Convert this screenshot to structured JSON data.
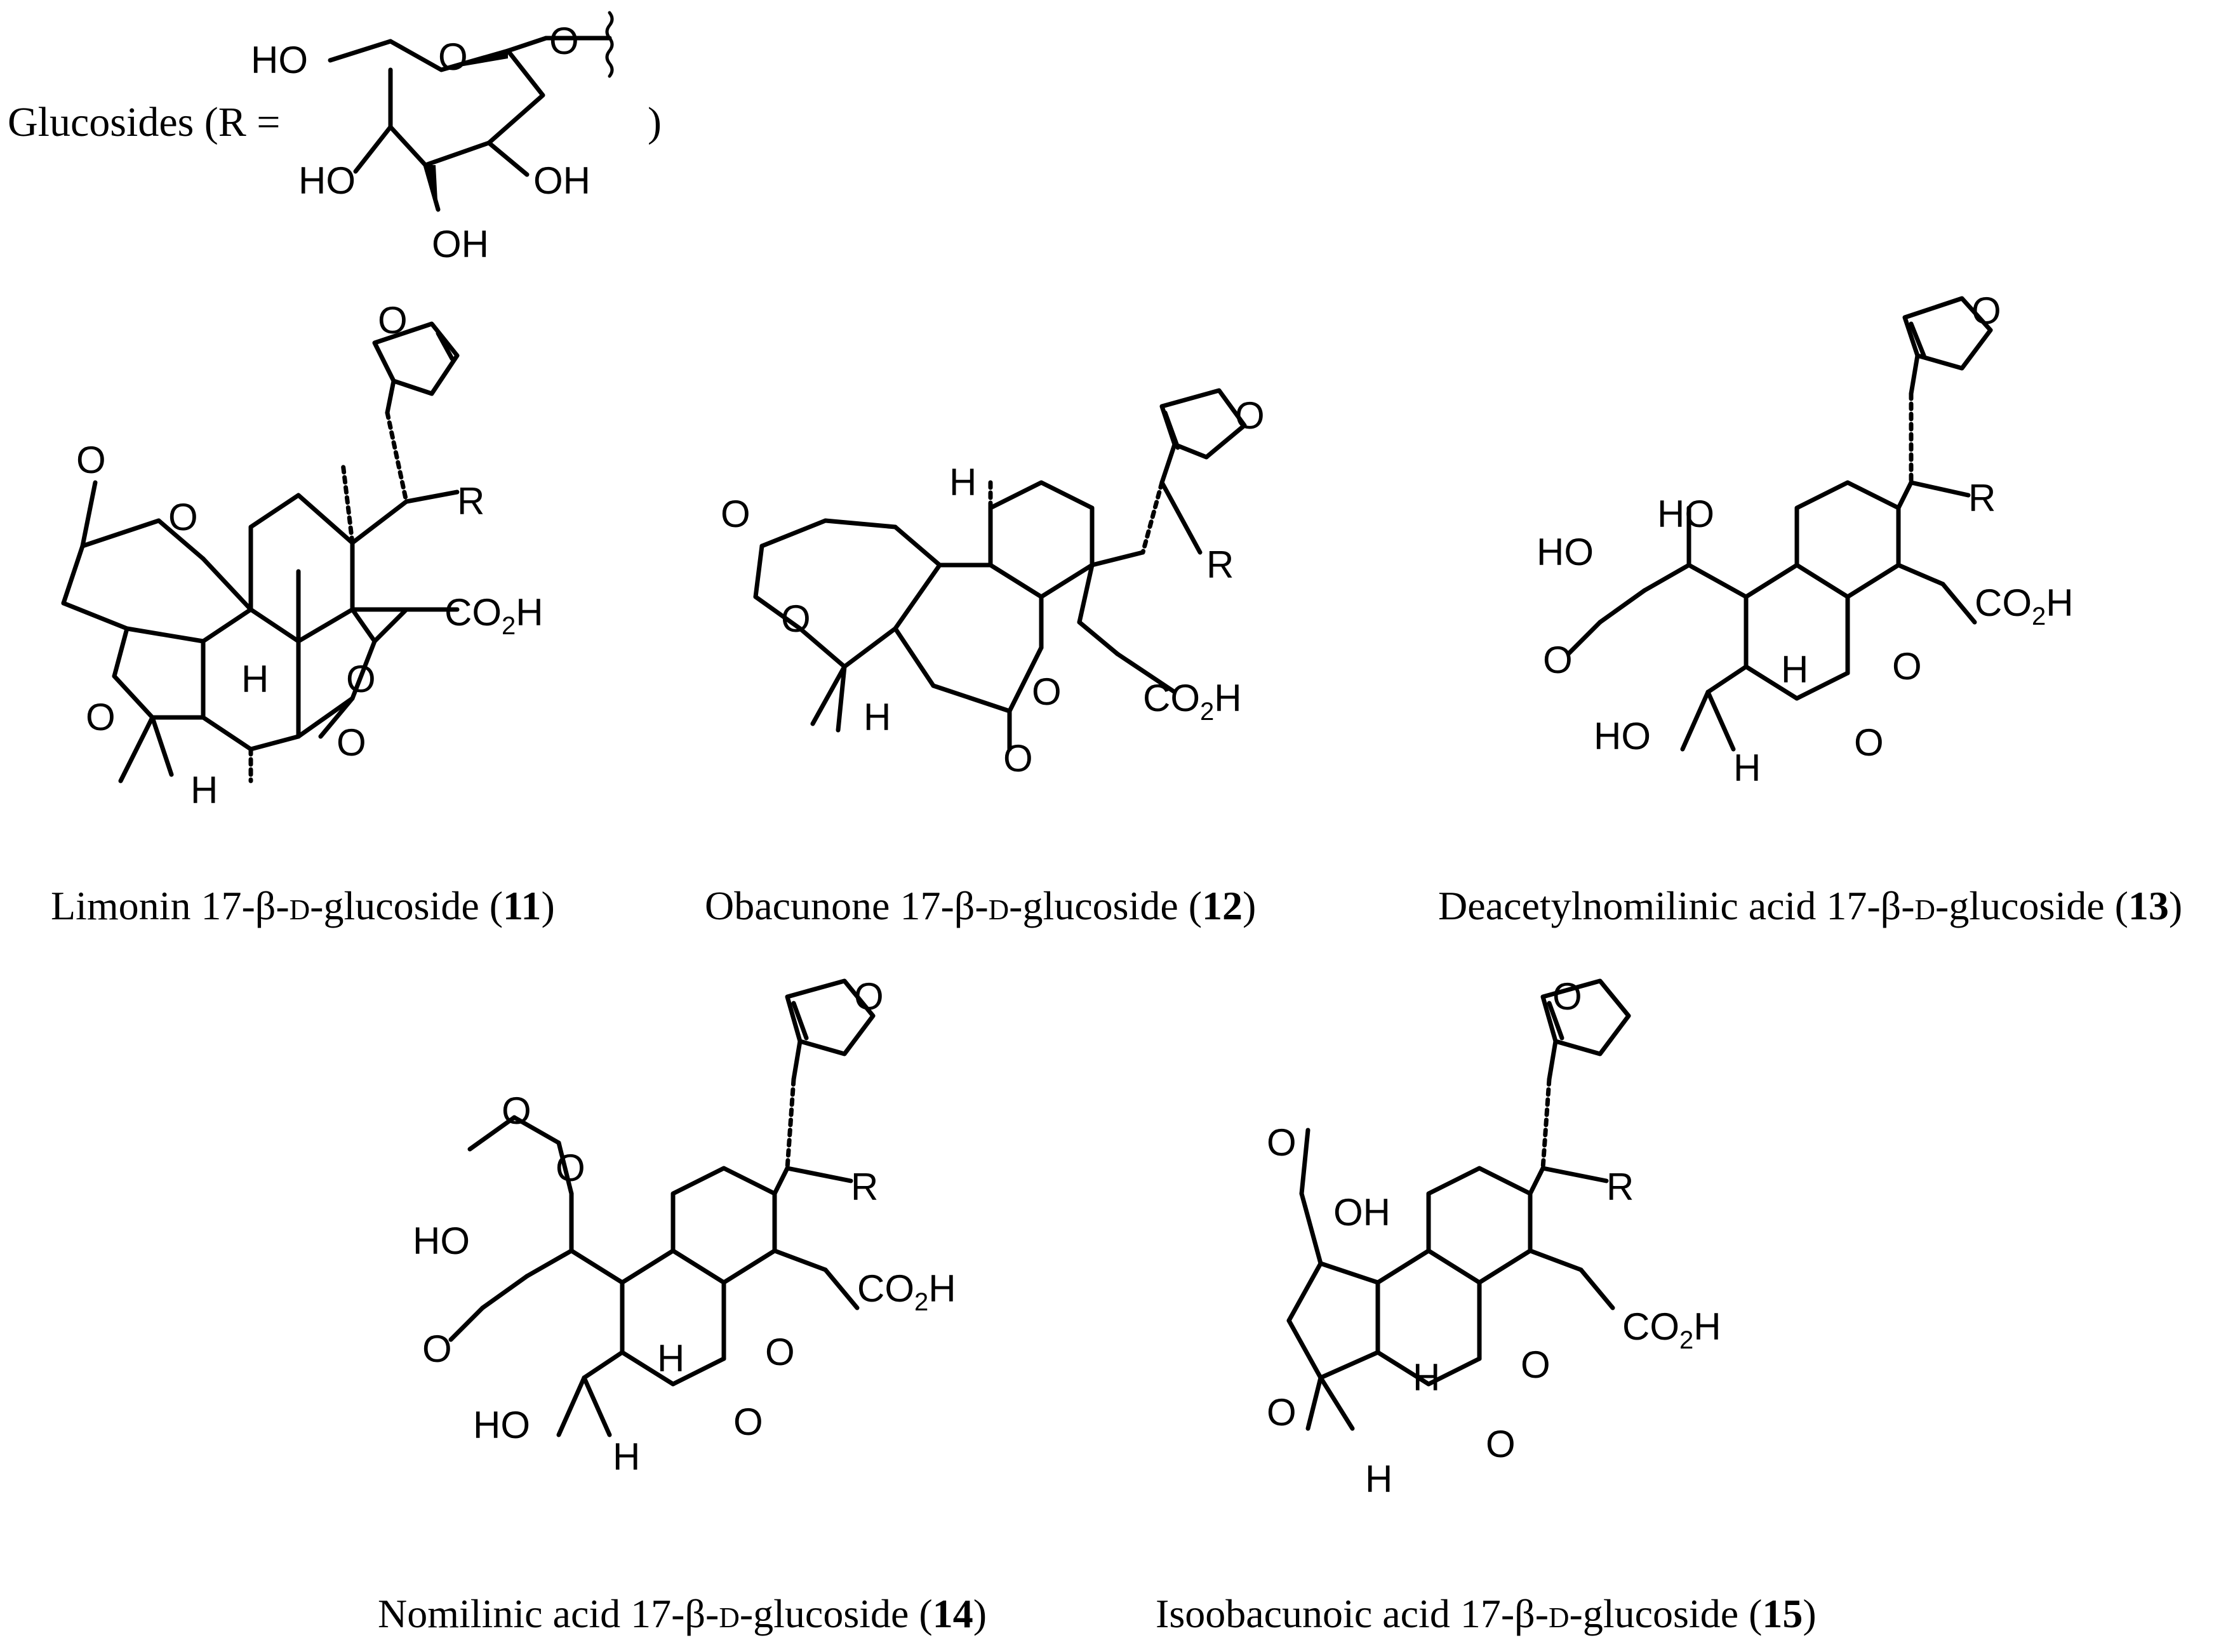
{
  "header": {
    "label_prefix": "Glucosides (R =",
    "label_suffix": ")"
  },
  "atoms": {
    "O": "O",
    "H": "H",
    "R": "R",
    "OH": "OH",
    "HO": "HO",
    "CO2H_main": "CO",
    "CO2H_sub": "2",
    "CO2H_end": "H"
  },
  "compounds": [
    {
      "name_pre": "Limonin 17-β-",
      "name_sc": "d",
      "name_post": "-glucoside (",
      "number": "11",
      "close": ")"
    },
    {
      "name_pre": "Obacunone 17-β-",
      "name_sc": "d",
      "name_post": "-glucoside (",
      "number": "12",
      "close": ")"
    },
    {
      "name_pre": "Deacetylnomilinic acid 17-β-",
      "name_sc": "d",
      "name_post": "-glucoside (",
      "number": "13",
      "close": ")"
    },
    {
      "name_pre": "Nomilinic acid 17-β-",
      "name_sc": "d",
      "name_post": "-glucoside (",
      "number": "14",
      "close": ")"
    },
    {
      "name_pre": "Isoobacunoic acid 17-β-",
      "name_sc": "d",
      "name_post": "-glucoside (",
      "number": "15",
      "close": ")"
    }
  ]
}
